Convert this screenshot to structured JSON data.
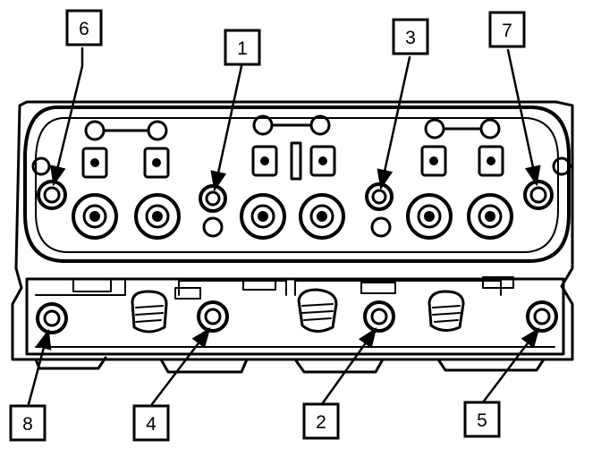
{
  "callouts": [
    {
      "label": "6"
    },
    {
      "label": "1"
    },
    {
      "label": "3"
    },
    {
      "label": "7"
    },
    {
      "label": "8"
    },
    {
      "label": "4"
    },
    {
      "label": "2"
    },
    {
      "label": "5"
    }
  ]
}
